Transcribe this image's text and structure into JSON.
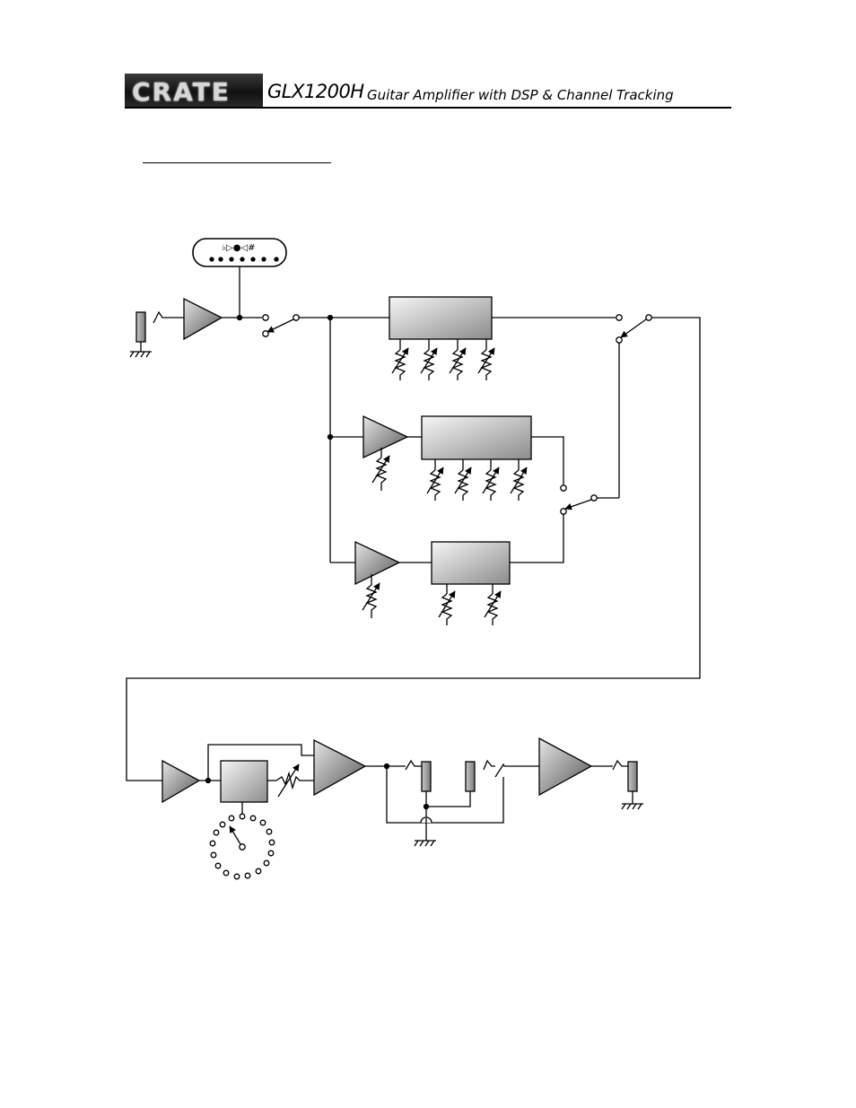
{
  "header": {
    "logo_text": "CRATE",
    "model": "GLX1200H",
    "subtitle": "Guitar Amplifier with DSP & Channel Tracking"
  },
  "tuner": {
    "symbols": "♭▷●◁#"
  },
  "colors": {
    "line": "#000000",
    "block_light": "#f4f4f4",
    "block_dark": "#8a8a8a",
    "jack": "#999999"
  }
}
